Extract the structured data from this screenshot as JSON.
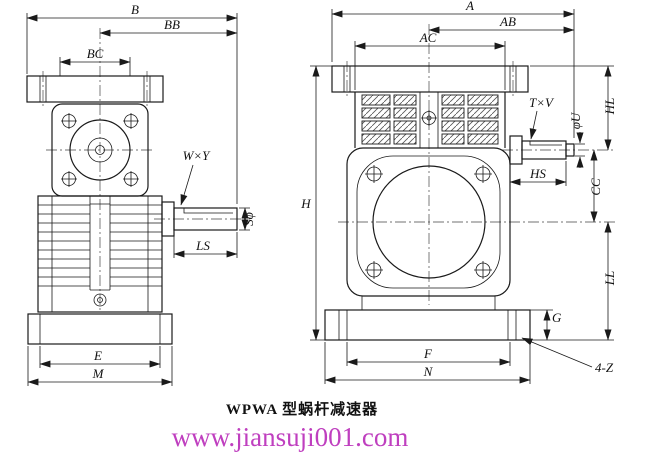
{
  "colors": {
    "line": "#1a1a1a",
    "watermark": "#bf3fbf"
  },
  "caption": "WPWA 型蜗杆减速器",
  "watermark": "www.jiansuji001.com",
  "left_view": {
    "labels": {
      "B": "B",
      "BB": "BB",
      "BC": "BC",
      "WxY": "W×Y",
      "Sphi": "Sφ",
      "LS": "LS",
      "E": "E",
      "M": "M"
    }
  },
  "right_view": {
    "labels": {
      "A": "A",
      "AB": "AB",
      "AC": "AC",
      "TxV": "T×V",
      "phiU": "φU",
      "HS": "HS",
      "H": "H",
      "HL": "HL",
      "CC": "CC",
      "LL": "LL",
      "G": "G",
      "F": "F",
      "N": "N",
      "holes": "4-Z"
    }
  }
}
